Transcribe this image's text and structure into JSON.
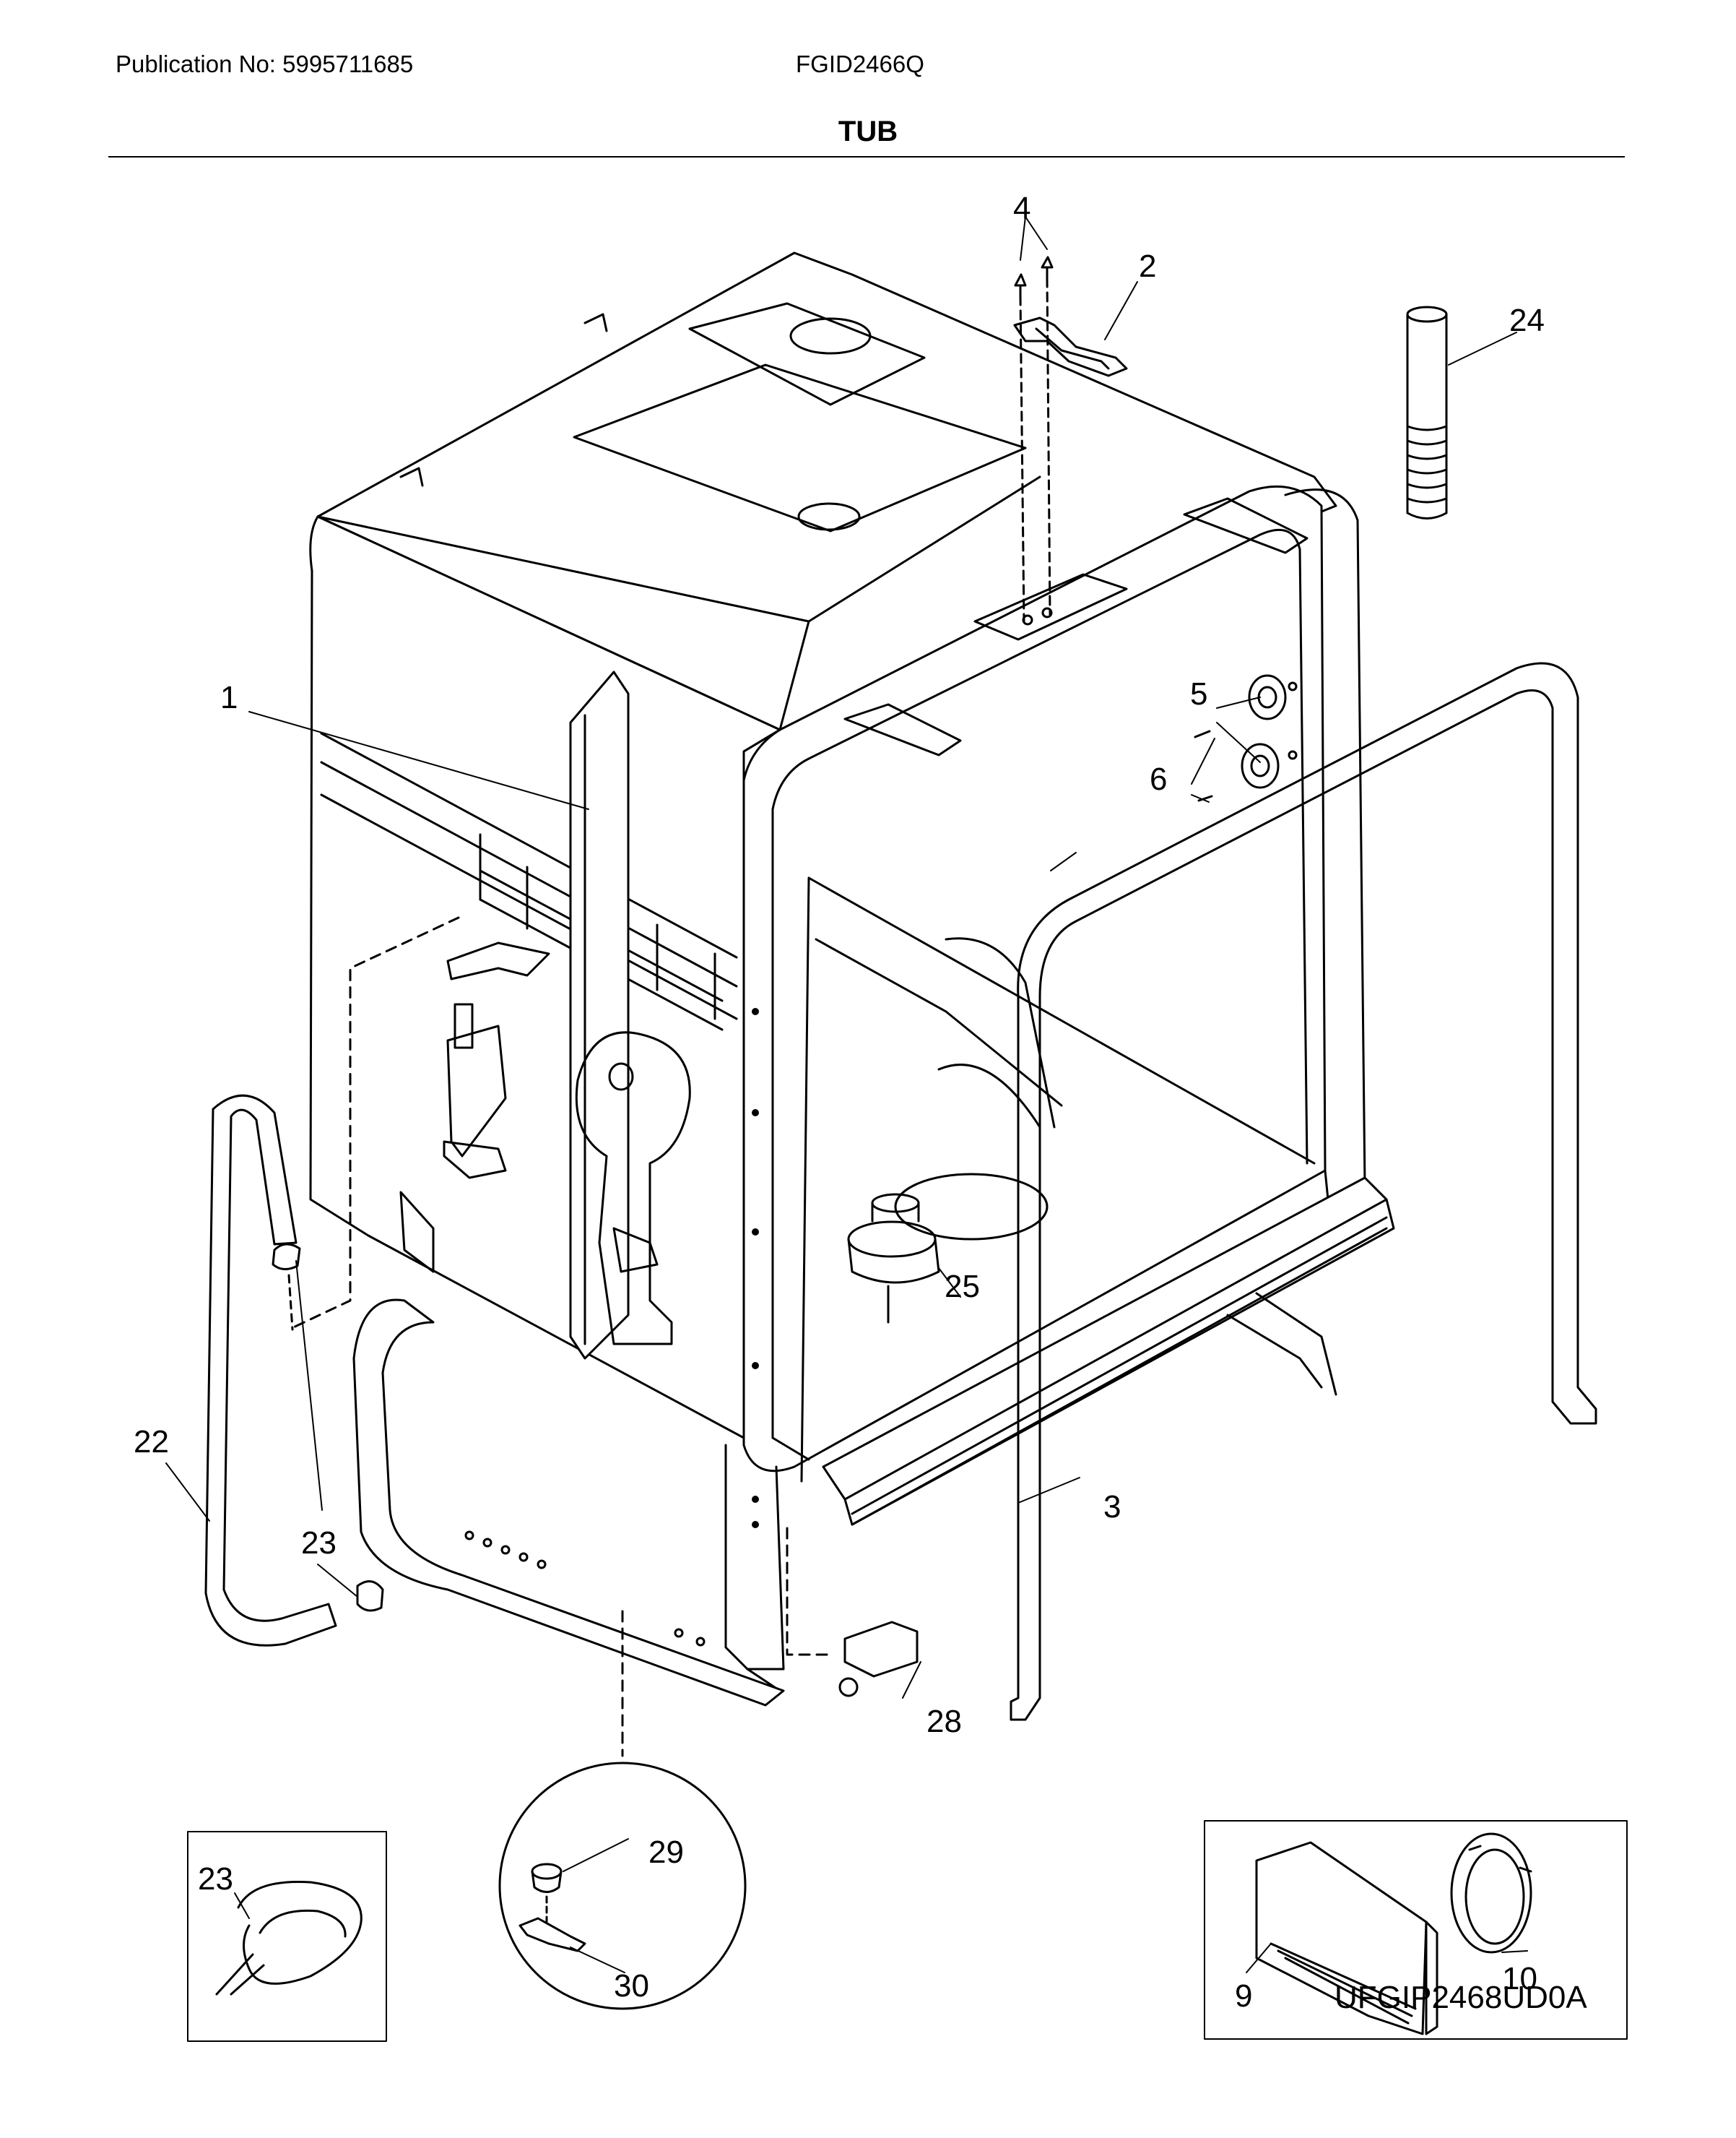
{
  "header": {
    "publication": "Publication No: 5995711685",
    "model": "FGID2466Q"
  },
  "title": "TUB",
  "diagram_code": "UFGIP2468UD0A",
  "callouts": {
    "c1": "1",
    "c2": "2",
    "c3": "3",
    "c4": "4",
    "c5": "5",
    "c6": "6",
    "c9": "9",
    "c10": "10",
    "c22": "22",
    "c23a": "23",
    "c23b": "23",
    "c24": "24",
    "c25": "25",
    "c28": "28",
    "c29": "29",
    "c30": "30"
  }
}
